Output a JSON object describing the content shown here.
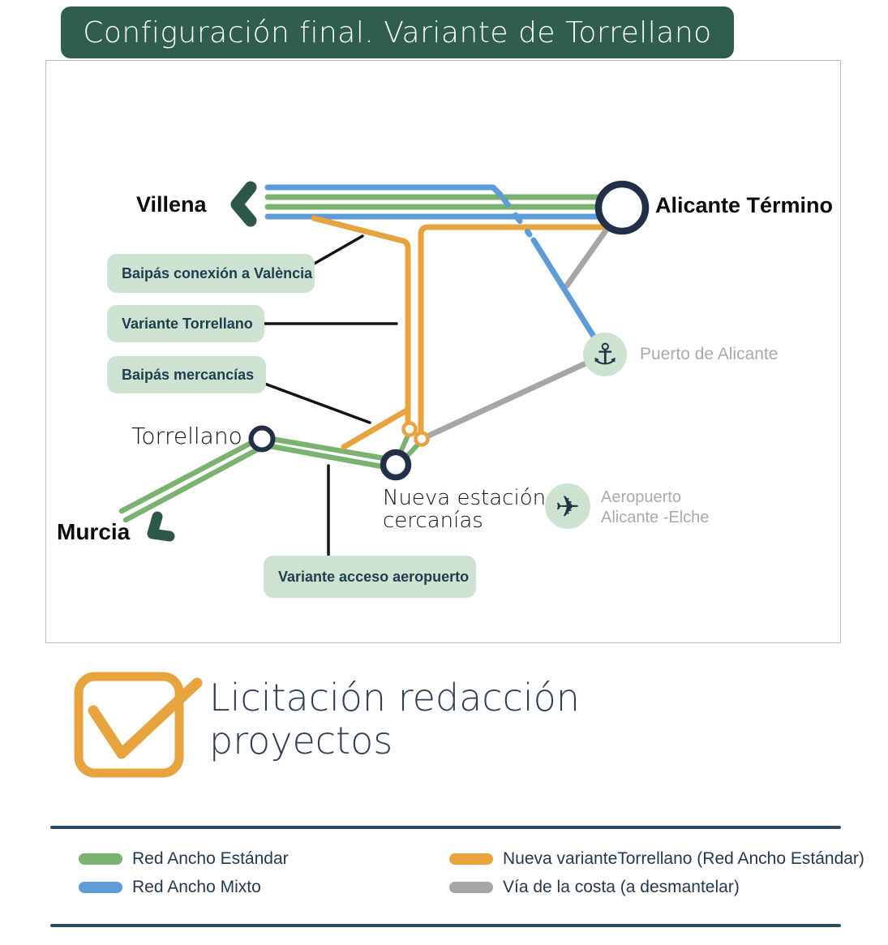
{
  "header": {
    "title": "Configuración final. Variante de Torrellano"
  },
  "map": {
    "stations": {
      "villena": "Villena",
      "alicante_termino": "Alicante Término",
      "torrellano": "Torrellano",
      "murcia": "Murcia",
      "nueva_estacion_line1": "Nueva estación",
      "nueva_estacion_line2": "cercanías"
    },
    "pois": {
      "puerto": "Puerto de Alicante",
      "aeropuerto_line1": "Aeropuerto",
      "aeropuerto_line2": "Alicante -Elche"
    },
    "callouts": {
      "valencia": "Baipás conexión a València",
      "variante": "Variante Torrellano",
      "mercancias": "Baipás mercancías",
      "aeropuerto": "Variante acceso aeropuerto"
    },
    "icons": {
      "anchor": "⚓",
      "plane": "✈"
    }
  },
  "status": {
    "label": "Licitación redacción proyectos"
  },
  "legend": {
    "items": [
      {
        "label": "Red Ancho Estándar",
        "color": "#7ab26f"
      },
      {
        "label": "Red Ancho Mixto",
        "color": "#5d9cd7"
      },
      {
        "label": "Nueva varianteTorrellano (Red Ancho Estándar)",
        "color": "#e7a33e"
      },
      {
        "label": "Vía de la costa (a desmantelar)",
        "color": "#a6a6a6"
      }
    ]
  },
  "colors": {
    "header_bg": "#2f5d4e",
    "callout_bg": "#cde2d0",
    "navy_marker": "#232e48",
    "dark_green_marker": "#2d5748",
    "rule": "#2c4a60",
    "status_accent": "#e7a33e"
  }
}
